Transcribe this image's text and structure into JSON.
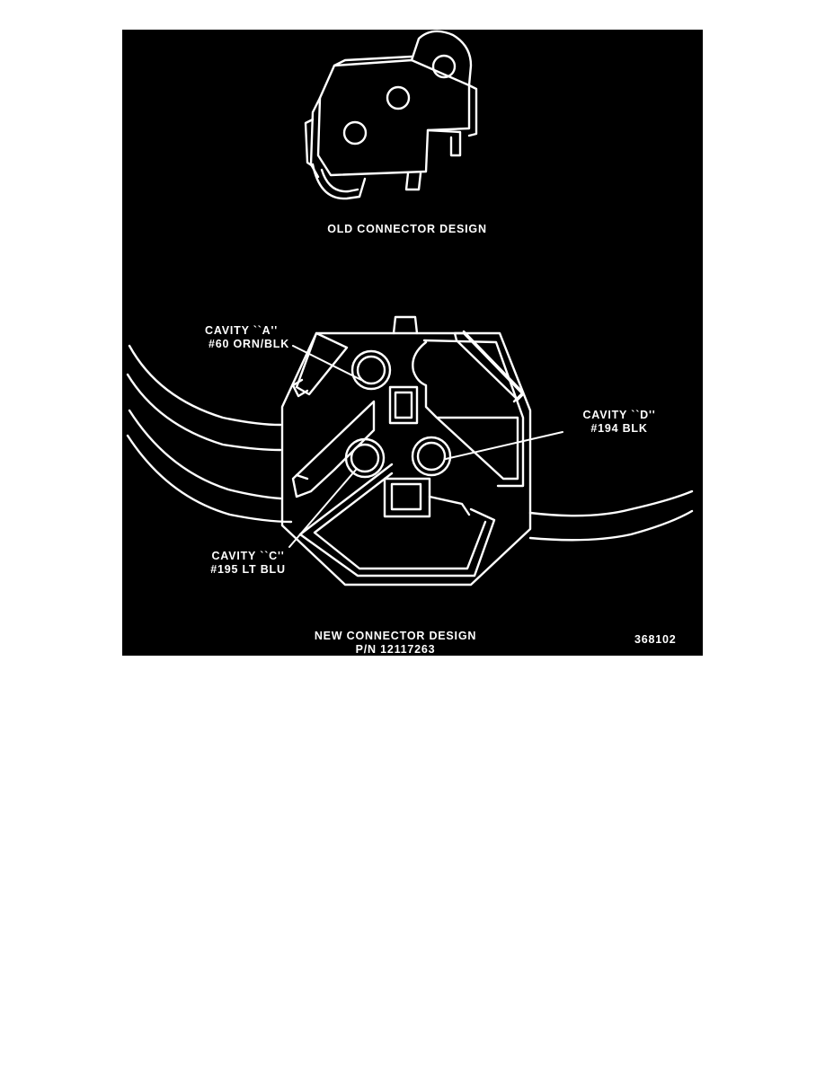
{
  "figure": {
    "old_caption": "OLD CONNECTOR DESIGN",
    "new_caption_line1": "NEW CONNECTOR DESIGN",
    "new_caption_line2": "P/N 12117263",
    "figure_number": "368102",
    "callouts": {
      "cavity_a": {
        "line1": "CAVITY ``A''",
        "line2": "#60 ORN/BLK"
      },
      "cavity_d": {
        "line1": "CAVITY ``D''",
        "line2": "#194 BLK"
      },
      "cavity_c": {
        "line1": "CAVITY ``C''",
        "line2": "#195 LT BLU"
      }
    },
    "colors": {
      "background": "#000000",
      "line_art": "#ffffff",
      "page": "#ffffff"
    }
  }
}
